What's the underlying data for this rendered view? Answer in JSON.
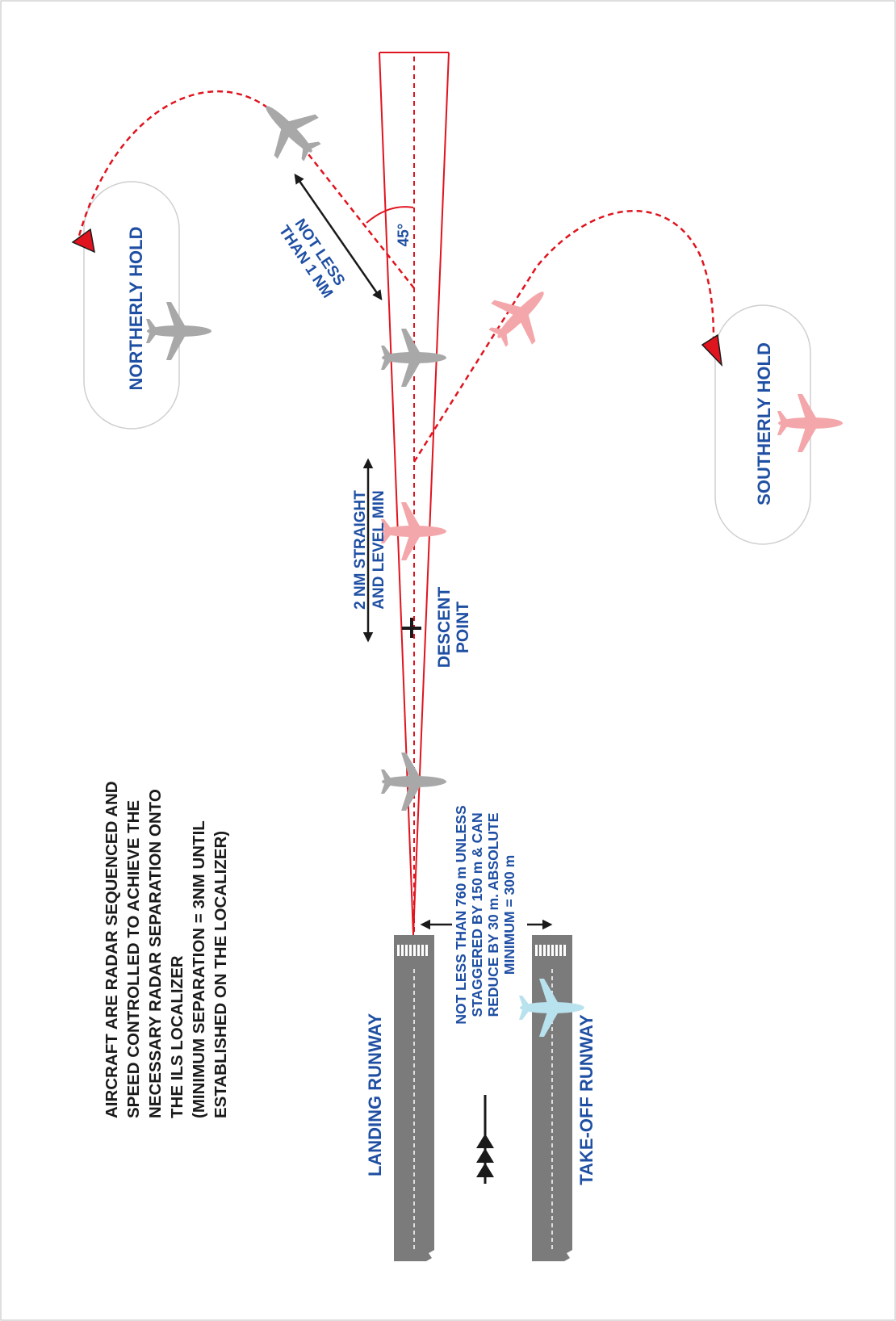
{
  "colors": {
    "label_blue": "#1f4fa3",
    "text_black": "#1a1a1a",
    "red": "#e0141e",
    "runway_gray": "#7b7b7b",
    "aircraft_gray": "#a8a8a8",
    "aircraft_pink": "#f4a7aa",
    "aircraft_lightblue": "#b8e2ee"
  },
  "labels": {
    "northerly_hold": "NORTHERLY HOLD",
    "southerly_hold": "SOUTHERLY HOLD",
    "not_less_1": "NOT LESS",
    "not_less_2": "THAN 1 NM",
    "angle": "45°",
    "straight_1": "2 NM STRAIGHT",
    "straight_2": "AND LEVEL MIN",
    "descent_1": "DESCENT",
    "descent_2": "POINT",
    "landing_runway": "LANDING RUNWAY",
    "takeoff_runway": "TAKE-OFF RUNWAY",
    "separation": [
      "NOT LESS THAN 760 m UNLESS",
      "STAGGERED BY 150 m & CAN",
      "REDUCE BY 30 m.  ABSOLUTE",
      "MINIMUM = 300 m"
    ],
    "note": [
      "AIRCRAFT ARE RADAR SEQUENCED AND",
      "SPEED CONTROLLED TO ACHIEVE THE",
      "NECESSARY RADAR SEPARATION ONTO",
      "THE ILS LOCALIZER",
      "(MINIMUM SEPARATION = 3NM UNTIL",
      "ESTABLISHED ON THE LOCALIZER)"
    ]
  },
  "icons": {
    "aircraft": "airplane-icon",
    "hold_fix": "red-triangle-icon",
    "descent_point": "plus-icon",
    "direction": "triangle-arrow-icon"
  }
}
